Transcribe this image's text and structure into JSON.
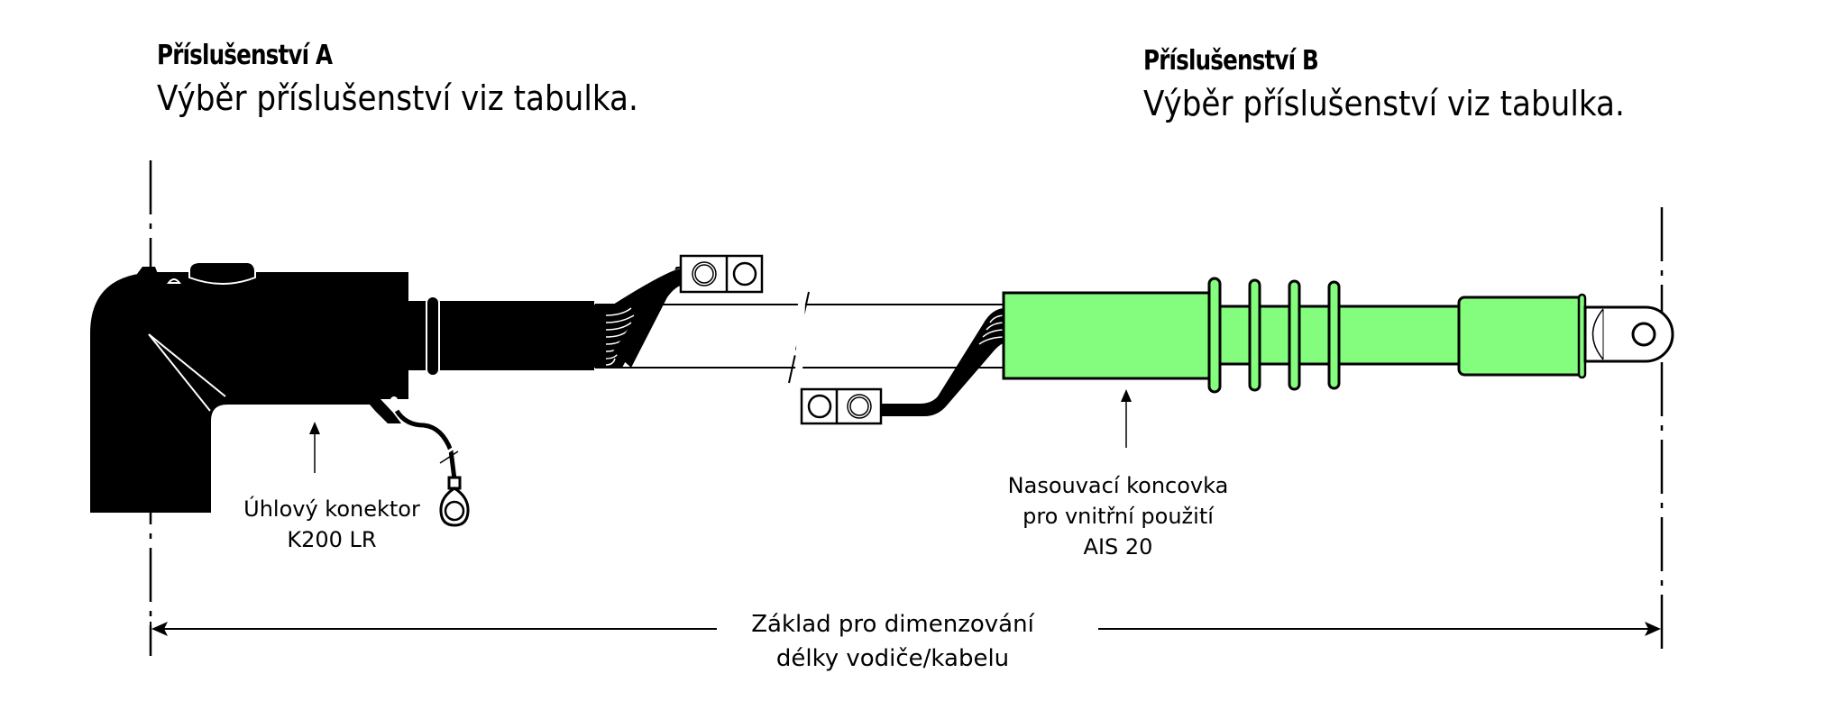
{
  "accessory_a": {
    "title": "Příslušenství A",
    "subtitle": "Výběr příslušenství viz tabulka."
  },
  "accessory_b": {
    "title": "Příslušenství B",
    "subtitle": "Výběr příslušenství viz tabulka."
  },
  "labels": {
    "connector_line1": "Úhlový konektor",
    "connector_line2": "K200 LR",
    "termination_line1": "Nasouvací koncovka",
    "termination_line2": "pro vnitřní použití",
    "termination_line3": "AIS 20",
    "dimension_line1": "Základ pro dimenzování",
    "dimension_line2": "délky vodiče/kabelu"
  },
  "colors": {
    "termination_fill": "#84fc7e",
    "connector_fill": "#000000",
    "line": "#000000"
  }
}
